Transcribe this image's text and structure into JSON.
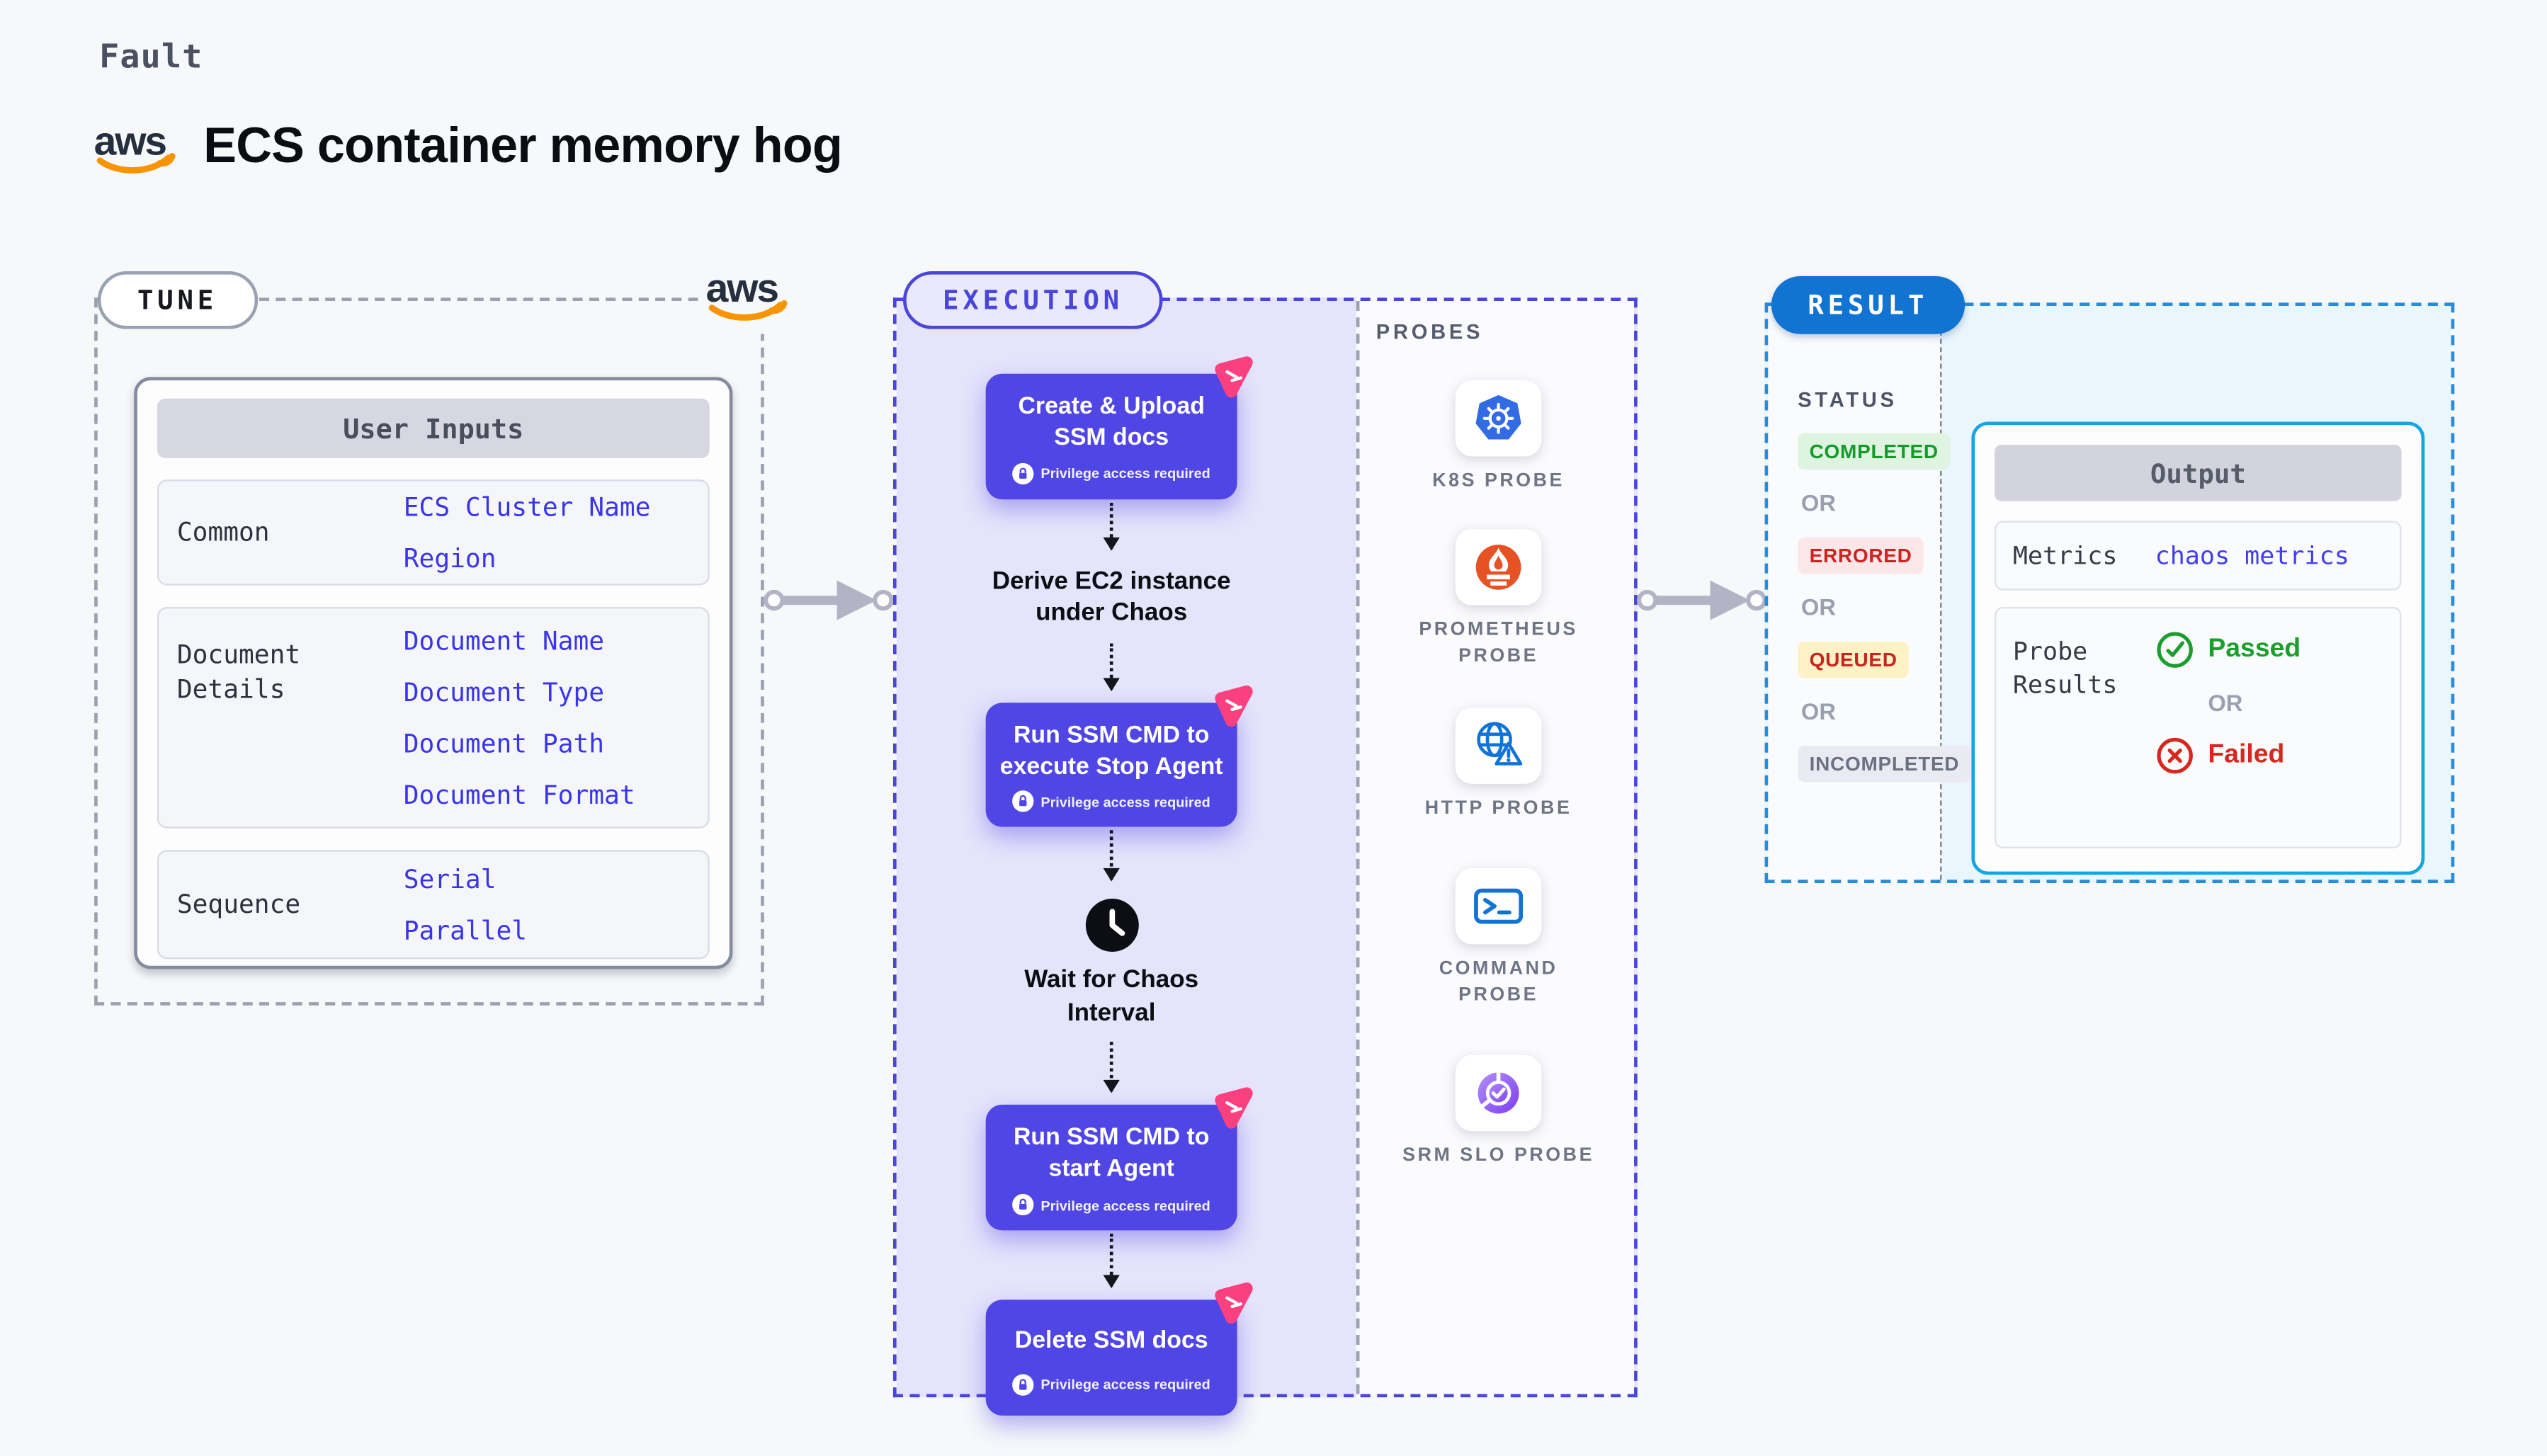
{
  "page": {
    "fault_label": "Fault",
    "title": "ECS container memory hog"
  },
  "tune": {
    "label": "TUNE",
    "table": {
      "title": "User Inputs",
      "rows": [
        {
          "label": "Common",
          "values": [
            "ECS Cluster Name",
            "Region"
          ]
        },
        {
          "label": "Document Details",
          "values": [
            "Document Name",
            "Document Type",
            "Document Path",
            "Document Format"
          ]
        },
        {
          "label": "Sequence",
          "values": [
            "Serial",
            "Parallel"
          ]
        }
      ]
    }
  },
  "execution": {
    "label": "EXECUTION",
    "privilege_note": "Privilege access required",
    "cards": [
      {
        "title": "Create & Upload SSM docs"
      },
      {
        "title": "Run SSM CMD to execute Stop Agent"
      },
      {
        "title": "Run SSM CMD to start Agent"
      },
      {
        "title": "Delete SSM docs"
      }
    ],
    "derive_step": "Derive EC2 instance under Chaos",
    "wait_step": "Wait for Chaos Interval"
  },
  "probes": {
    "label": "PROBES",
    "items": [
      {
        "name": "K8S PROBE",
        "icon": "kubernetes-icon"
      },
      {
        "name": "PROMETHEUS PROBE",
        "icon": "prometheus-icon"
      },
      {
        "name": "HTTP PROBE",
        "icon": "globe-warning-icon"
      },
      {
        "name": "COMMAND PROBE",
        "icon": "terminal-icon"
      },
      {
        "name": "SRM SLO PROBE",
        "icon": "slo-gauge-icon"
      }
    ]
  },
  "result": {
    "label": "RESULT",
    "status_label": "STATUS",
    "or_label": "OR",
    "statuses": [
      {
        "text": "COMPLETED",
        "color": "#169b2b"
      },
      {
        "text": "ERRORED",
        "color": "#cc2420"
      },
      {
        "text": "QUEUED",
        "color": "#c4251c"
      },
      {
        "text": "INCOMPLETED",
        "color": "#6b7183"
      }
    ],
    "output": {
      "title": "Output",
      "metrics_label": "Metrics",
      "metrics_value": "chaos metrics",
      "probe_results_label": "Probe Results",
      "passed_label": "Passed",
      "failed_label": "Failed"
    }
  },
  "colors": {
    "indigo_card": "#4f46e5",
    "indigo_border": "#4a46d8",
    "lavender_fill": "#e5e4fb",
    "pink_badge": "#fb4080",
    "result_blue": "#1173d2",
    "output_border": "#14a5e2",
    "cyan_fill": "#e9f6fc",
    "green": "#1b9e2d",
    "red": "#d6281e",
    "aws_orange": "#f79400",
    "aws_navy": "#252f3e",
    "arrow_gray": "#b2b4c6"
  }
}
